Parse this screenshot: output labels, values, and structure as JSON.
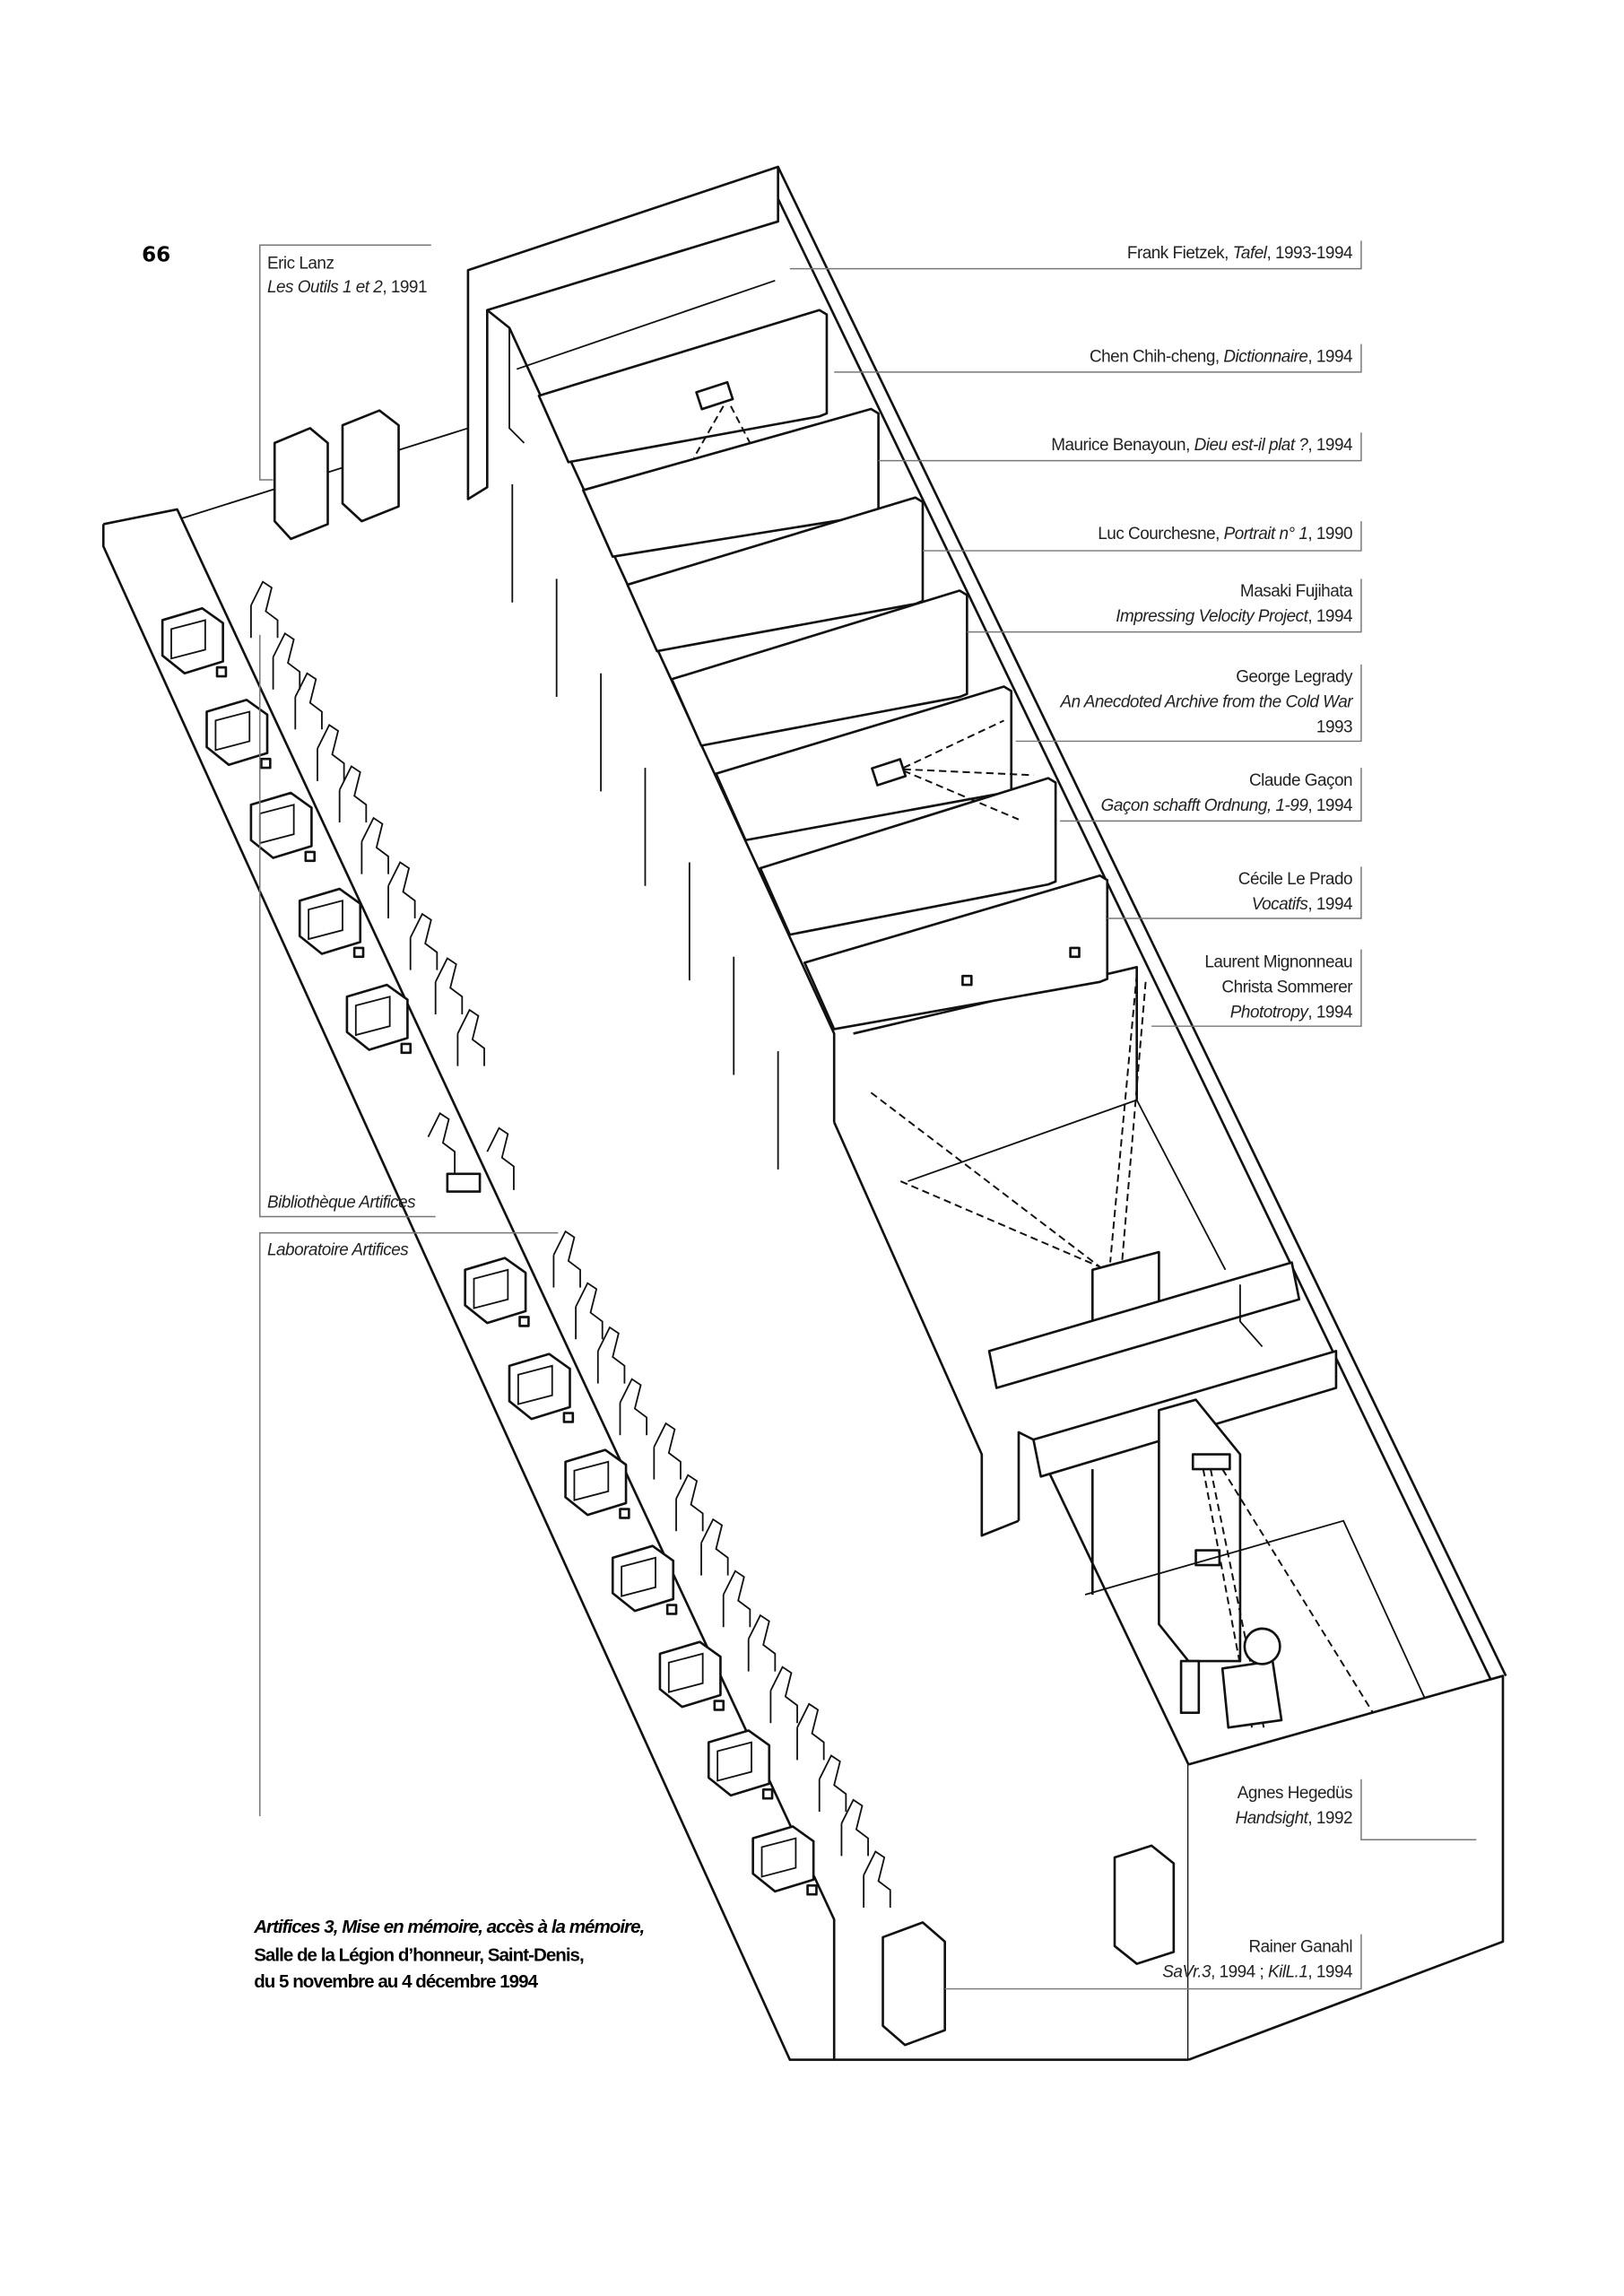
{
  "page_number": "66",
  "labels": {
    "lanz": {
      "artist": "Eric Lanz",
      "work": "Les Outils 1 et 2",
      "year": ", 1991"
    },
    "fietzek": {
      "artist": "Frank Fietzek, ",
      "work": "Tafel",
      "year": ", 1993-1994"
    },
    "chen": {
      "artist": "Chen Chih-cheng, ",
      "work": "Dictionnaire",
      "year": ", 1994"
    },
    "benayoun": {
      "artist": "Maurice Benayoun, ",
      "work": "Dieu est-il plat ?",
      "year": ", 1994"
    },
    "courchesne": {
      "artist": "Luc Courchesne, ",
      "work": "Portrait n° 1",
      "year": ", 1990"
    },
    "fujihata": {
      "artist": "Masaki Fujihata",
      "work": "Impressing Velocity Project",
      "year": ", 1994"
    },
    "legrady": {
      "artist": "George Legrady",
      "work": "An Anecdoted Archive from the Cold War",
      "year": "1993"
    },
    "gacon": {
      "artist": "Claude Gaçon",
      "work": "Gaçon schafft Ordnung, 1-99",
      "year": ", 1994"
    },
    "leprado": {
      "artist": "Cécile Le Prado",
      "work": "Vocatifs",
      "year": ", 1994"
    },
    "mignonneau": {
      "artist": "Laurent Mignonneau",
      "artist2": "Christa Sommerer",
      "work": "Phototropy",
      "year": ", 1994"
    },
    "hegedus": {
      "artist": "Agnes Hegedüs",
      "work": "Handsight",
      "year": ", 1992"
    },
    "ganahl": {
      "artist": "Rainer Ganahl",
      "work": "SaVr.3",
      "year": ", 1994 ; ",
      "work2": "KilL.1",
      "year2": ", 1994"
    },
    "bibliotheque": "Bibliothèque Artifices",
    "laboratoire": "Laboratoire Artifices"
  },
  "caption": {
    "line1": "Artifices 3, Mise en mémoire, accès à la mémoire,",
    "line2": "Salle de la Légion d’honneur, Saint-Denis,",
    "line3": "du 5 novembre au 4 décembre 1994"
  }
}
